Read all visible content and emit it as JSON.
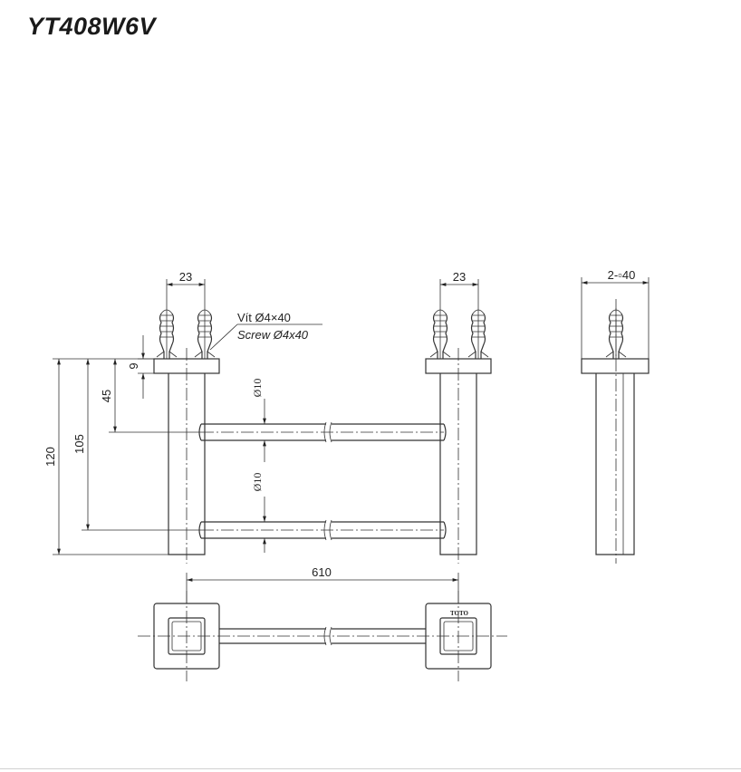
{
  "title": "YT408W6V",
  "labels": {
    "screw_fr": "Vít Ø4×40",
    "screw_en": "Screw Ø4x40",
    "logo": "TOTO"
  },
  "dimensions": {
    "front_left_span": "23",
    "front_right_span": "23",
    "side_screws": "2-▫40",
    "plate_thickness": "9",
    "top_bar_height": "45",
    "bottom_bar_height": "105",
    "total_height": "120",
    "bar_diameter_top": "Ø10",
    "bar_diameter_bottom": "Ø10",
    "center_distance": "610"
  }
}
